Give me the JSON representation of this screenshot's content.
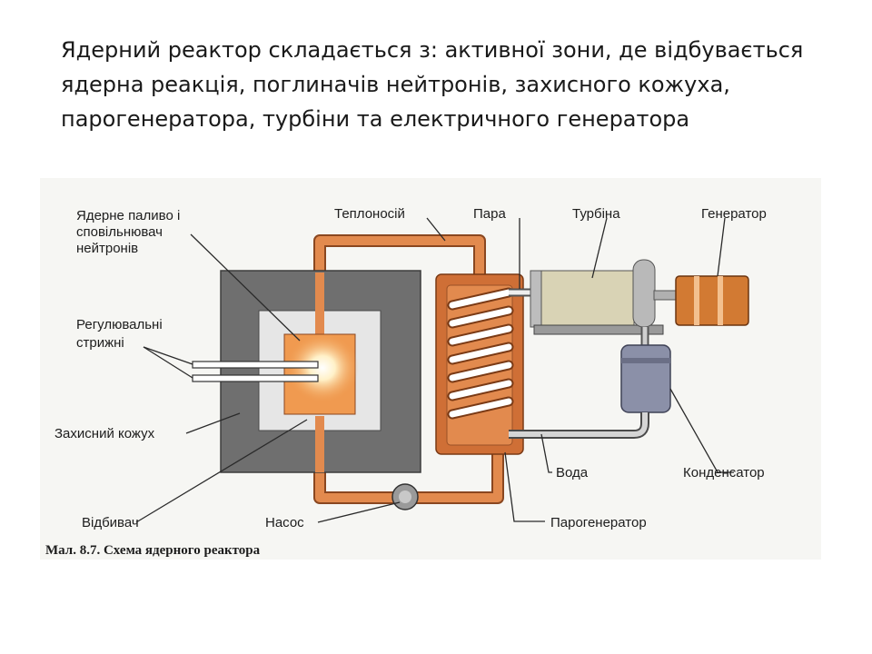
{
  "slide": {
    "text": "Ядерний реактор складається з: активної зони, де відбувається ядерна реакція, поглиначів нейтронів, захисного кожуха, парогенератора, турбіни та електричного генератора"
  },
  "figure": {
    "caption": "Мал. 8.7. Схема ядерного реактора",
    "labels": {
      "fuel_line1": "Ядерне паливо і",
      "fuel_line2": "сповільнювач",
      "fuel_line3": "нейтронів",
      "rods_line1": "Регулювальні",
      "rods_line2": "стрижні",
      "shield": "Захисний кожух",
      "reflector": "Відбивач",
      "pump": "Насос",
      "coolant": "Теплоносій",
      "steam": "Пара",
      "turbine": "Турбіна",
      "generator": "Генератор",
      "condenser": "Конденсатор",
      "water": "Вода",
      "steam_generator": "Парогенератор"
    }
  },
  "colors": {
    "coolant_pipe": "#e28a4e",
    "steam_generator": "#cf6f36",
    "shield": "#6f6f6f",
    "core": "#f09a50",
    "condenser": "#8b90a8"
  }
}
